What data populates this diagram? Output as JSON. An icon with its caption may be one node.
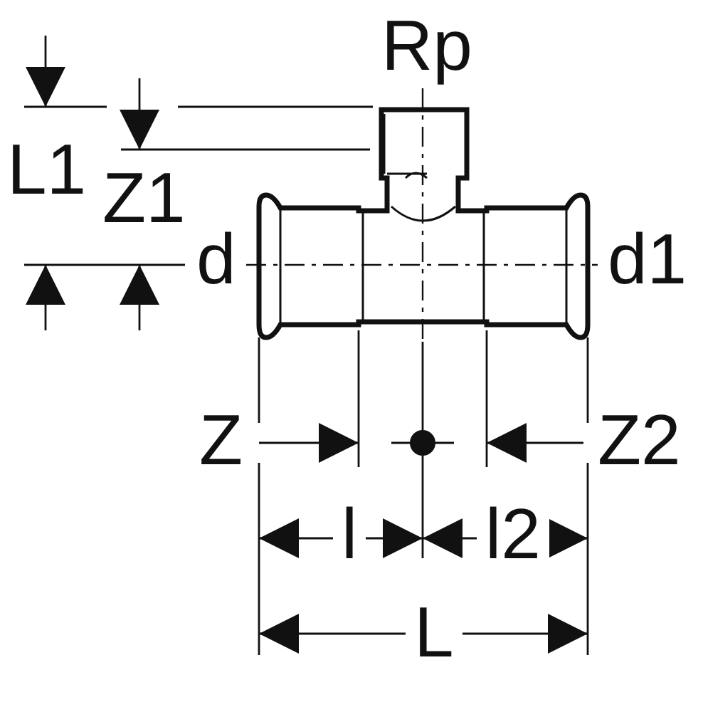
{
  "diagram": {
    "labels": [
      "Rp",
      "L1",
      "Z1",
      "d",
      "d1",
      "Z",
      "Z2",
      "l",
      "l2",
      "L"
    ]
  }
}
